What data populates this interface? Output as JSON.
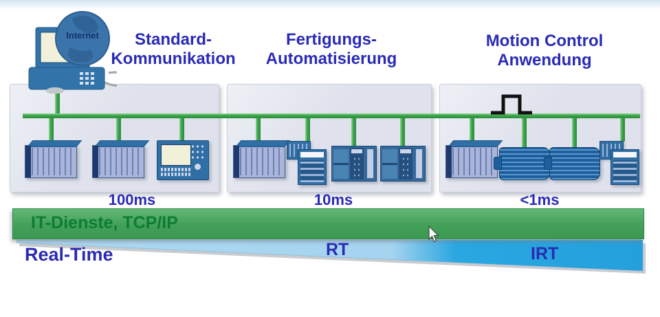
{
  "labels": {
    "internet": "Internet"
  },
  "sections": [
    {
      "heading_line1": "Standard-",
      "heading_line2": "Kommunikation",
      "cycle_time": "100ms",
      "devices": [
        "plc-rack",
        "plc-rack",
        "hmi-panel"
      ]
    },
    {
      "heading_line1": "Fertigungs-",
      "heading_line2": "Automatisierung",
      "cycle_time": "10ms",
      "devices": [
        "plc-rack",
        "remote-io",
        "drive-controller",
        "drive-controller"
      ]
    },
    {
      "heading_line1": "Motion Control",
      "heading_line2": "Anwendung",
      "cycle_time": "<1ms",
      "devices": [
        "plc-rack",
        "motor",
        "motor",
        "remote-io"
      ],
      "overlay_icon": "square-pulse-icon"
    }
  ],
  "bands": {
    "it_services": "IT-Dienste, TCP/IP",
    "real_time": "Real-Time",
    "rt": "RT",
    "irt": "IRT"
  },
  "colors": {
    "heading_text": "#2a2ab8",
    "bus_green": "#3aa34a",
    "it_bar_fill": "#42a058",
    "it_bar_text": "#0d7d36",
    "rt_wedge_light": "#abd8f2",
    "irt_wedge_dark": "#29a6e0",
    "panel_bg": "#dfe2ec",
    "device_blue": "#2f6fa6"
  }
}
